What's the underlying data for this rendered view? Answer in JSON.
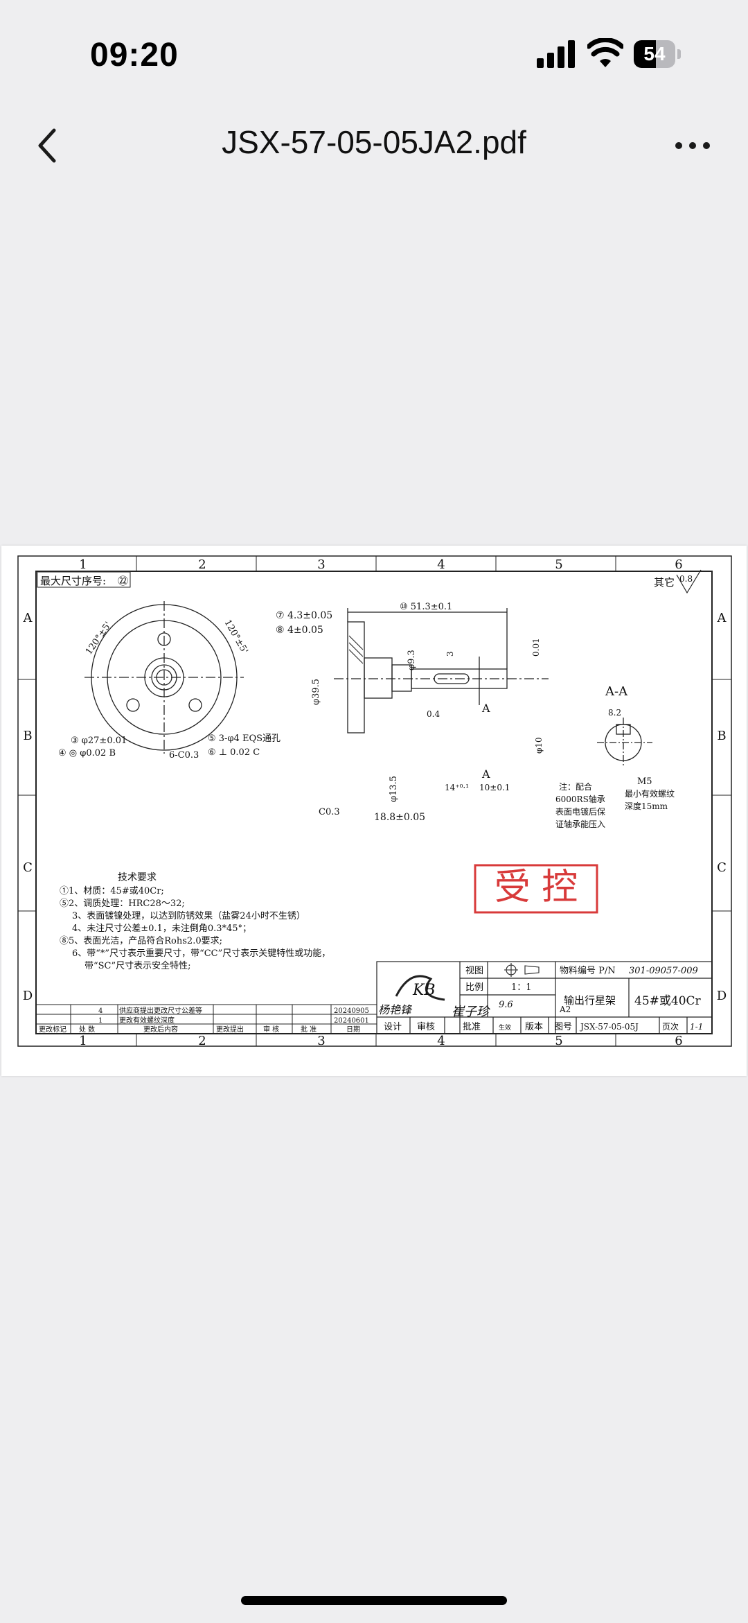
{
  "status_bar": {
    "time": "09:20",
    "battery_level": "54",
    "battery_fraction": 0.54
  },
  "nav": {
    "title": "JSX-57-05-05JA2.pdf"
  },
  "drawing": {
    "border_numbers": [
      "1",
      "2",
      "3",
      "4",
      "5",
      "6"
    ],
    "border_letters": [
      "A",
      "B",
      "C",
      "D"
    ],
    "max_size_label": "最大尺寸序号:",
    "max_size_value": "㉒",
    "roughness_label": "其它",
    "roughness_value": "0.8",
    "tech_req_title": "技术要求",
    "tech_requirements": [
      "①1、材质：45#或40Cr;",
      "⑤2、调质处理：HRC28～32;",
      "3、表面镀镍处理，以达到防锈效果（盐雾24小时不生锈）",
      "4、未注尺寸公差±0.1，未注倒角0.3*45°；",
      "⑧5、表面光洁，产品符合Rohs2.0要求;",
      "6、带“*”尺寸表示重要尺寸，带“CC”尺寸表示关键特性或功能，",
      "带“SC”尺寸表示安全特性;"
    ],
    "dimensions": {
      "d_51_3": "⑩ 51.3±0.1",
      "d_4_3": "⑦ 4.3±0.05",
      "d_4": "⑧ 4±0.05",
      "d_18_8": "18.8±0.05",
      "d_14": "14⁺⁰·¹",
      "d_10": "10±0.1",
      "d_c03": "C0.3",
      "d_39_5": "φ39.5",
      "d_13_5": "φ13.5",
      "d_9_3": "φ9.3",
      "d_3": "3",
      "d_04": "0.4",
      "d_10_2": "φ10",
      "d_001": "0.01",
      "d_27": "③ φ27±0.01",
      "d_002": "④ ◎ φ0.02 B",
      "d_holes": "⑤ 3-φ4 EQS通孔",
      "d_perp": "⑥ ⊥ 0.02 C",
      "d_6c03": "6-C0.3",
      "angle_1": "120°±5'",
      "angle_2": "120°±5'",
      "section_label": "A-A",
      "d_8_2": "8.2",
      "note_bearing": [
        "注：配合",
        "6000RS轴承",
        "表面电镀后保",
        "证轴承能压入"
      ],
      "thread_note": [
        "M5",
        "最小有效螺纹",
        "深度15mm"
      ],
      "section_a": "A"
    },
    "stamp_text": "受 控",
    "title_block": {
      "view_label": "视图",
      "scale_label": "比例",
      "scale_value": "1：1",
      "material_no_label": "物料编号 P/N",
      "material_no_value": "301-09057-009",
      "part_name": "输出行星架",
      "material": "45#或40Cr",
      "size": "A2",
      "design_label": "设计",
      "check_label": "审核",
      "approve_label": "批准",
      "effective_label": "生效",
      "version_label": "版本",
      "drawing_no_label": "图号",
      "drawing_no_value": "JSX-57-05-05J",
      "page_label": "页次",
      "page_value": "1-1",
      "signature_1": "杨艳锋",
      "signature_2": "崔子珍",
      "date_handwritten": "9.6"
    },
    "revisions": [
      {
        "mark": "4",
        "content": "供应商提出更改尺寸公差等",
        "date": "20240905"
      },
      {
        "mark": "1",
        "content": "更改有效螺纹深度",
        "date": "20240601"
      }
    ],
    "revision_headers": [
      "更改标记",
      "处 数",
      "更改后内容",
      "更改提出",
      "审 核",
      "批 准",
      "日期"
    ]
  }
}
